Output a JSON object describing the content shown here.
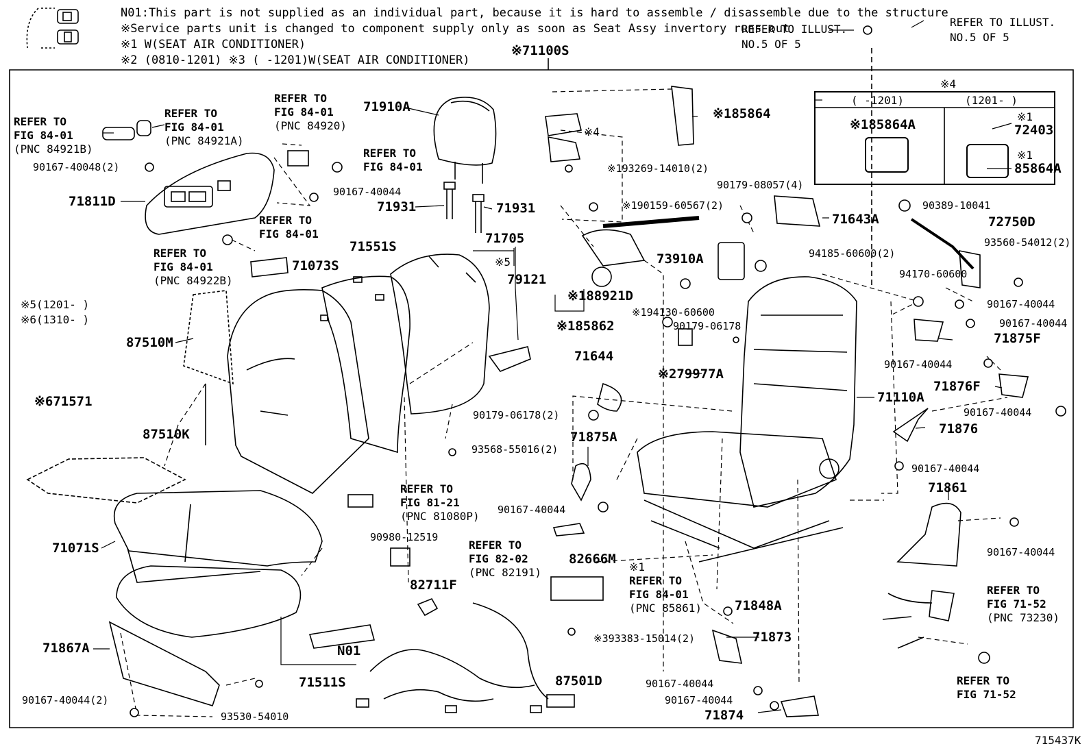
{
  "notes": [
    "N01:This part is not supplied as an individual part, because it is hard to assemble / disassemble due to the structure",
    "※Service parts unit is changed to component supply only as soon as Seat Assy invertory runs out",
    "※1 W(SEAT AIR CONDITIONER)",
    "※2 (0810-1201) ※3 (       -1201)W(SEAT AIR CONDITIONER)"
  ],
  "top_refs": {
    "left": [
      "REFER TO ILLUST.",
      "NO.5 OF 5"
    ],
    "right": [
      "REFER TO ILLUST.",
      "NO.5 OF 5"
    ]
  },
  "assembly_label": "※71100S",
  "key_box": {
    "title": "※4",
    "col_left": "(     -1201)",
    "col_right": "(1201-     )",
    "left_part": "※185864A",
    "right_note1": "※1",
    "right_part1": "72403",
    "right_note2": "※1",
    "right_part2": "85864A"
  },
  "legend": [
    "※5(1201-      )",
    "※6(1310-      )"
  ],
  "refs": {
    "fig84_a": [
      "REFER TO",
      "FIG 84-01",
      "(PNC 84921B)"
    ],
    "fig84_b": [
      "REFER TO",
      "FIG 84-01",
      "(PNC 84921A)"
    ],
    "fig84_c": [
      "REFER TO",
      "FIG 84-01",
      "(PNC 84920)"
    ],
    "fig84_d": [
      "REFER TO",
      "FIG 84-01"
    ],
    "fig84_e": [
      "REFER TO",
      "FIG 84-01"
    ],
    "fig84_f": [
      "REFER TO",
      "FIG 84-01",
      "(PNC 84922B)"
    ],
    "fig81": [
      "REFER TO",
      "FIG 81-21",
      "(PNC 81080P)"
    ],
    "fig82": [
      "REFER TO",
      "FIG 82-02",
      "(PNC 82191)"
    ],
    "fig84_g": [
      "※1",
      "REFER TO",
      "FIG 84-01",
      "(PNC 85861)"
    ],
    "fig71_a": [
      "REFER TO",
      "FIG 71-52",
      "(PNC 73230)"
    ],
    "fig71_b": [
      "REFER TO",
      "FIG 71-52"
    ]
  },
  "parts": {
    "p71910A": "71910A",
    "p71931a": "71931",
    "p71931b": "71931",
    "p71811D": "71811D",
    "p71551S": "71551S",
    "p71705": "71705",
    "p79121": "79121",
    "p71073S": "71073S",
    "p87510M": "87510M",
    "p71571": "※671571",
    "p87510K": "87510K",
    "p71071S": "71071S",
    "p71867A": "71867A",
    "p71511S": "71511S",
    "pN01": "N01",
    "p82711F": "82711F",
    "p87501D": "87501D",
    "p185864": "※185864",
    "p185862": "※185862",
    "p188921D": "※188921D",
    "p73910A": "73910A",
    "p71643A": "71643A",
    "p72750D": "72750D",
    "p71644": "71644",
    "p79977A": "※279977A",
    "p71110A": "71110A",
    "p71875A": "71875A",
    "p82666M": "82666M",
    "p71848A": "71848A",
    "p71873": "71873",
    "p71874": "71874",
    "p71875F": "71875F",
    "p71876F": "71876F",
    "p71876": "71876",
    "p71861": "71861",
    "p715437K": "715437K",
    "note4": "※4",
    "note5": "※5"
  },
  "small": {
    "s90167_40048": "90167-40048(2)",
    "s90167_40044_a": "90167-40044",
    "s193269": "※193269-14010(2)",
    "s90159": "※190159-60567(2)",
    "s90179_08057": "90179-08057(4)",
    "s90389": "90389-10041",
    "s93560": "93560-54012(2)",
    "s94185": "94185-60600(2)",
    "s94170": "94170-60600",
    "s194130": "※194130-60600",
    "s90179_06178_a": "90179-06178",
    "s90167_40044_b": "90167-40044",
    "s90167_40044_c": "90167-40044",
    "s90167_40044_d": "90167-40044",
    "s90167_40044_e": "90167-40044",
    "s90179_06178_b": "90179-06178(2)",
    "s93568": "93568-55016(2)",
    "s90167_40044_f": "90167-40044",
    "s90167_40044_g": "90167-40044",
    "s90980": "90980-12519",
    "s393383": "※393383-15014(2)",
    "s90167_40044_h": "90167-40044",
    "s90167_40044_i": "90167-40044",
    "s90167_40044_j": "90167-40044",
    "s90167_40044_k": "90167-40044(2)",
    "s93530": "93530-54010"
  }
}
